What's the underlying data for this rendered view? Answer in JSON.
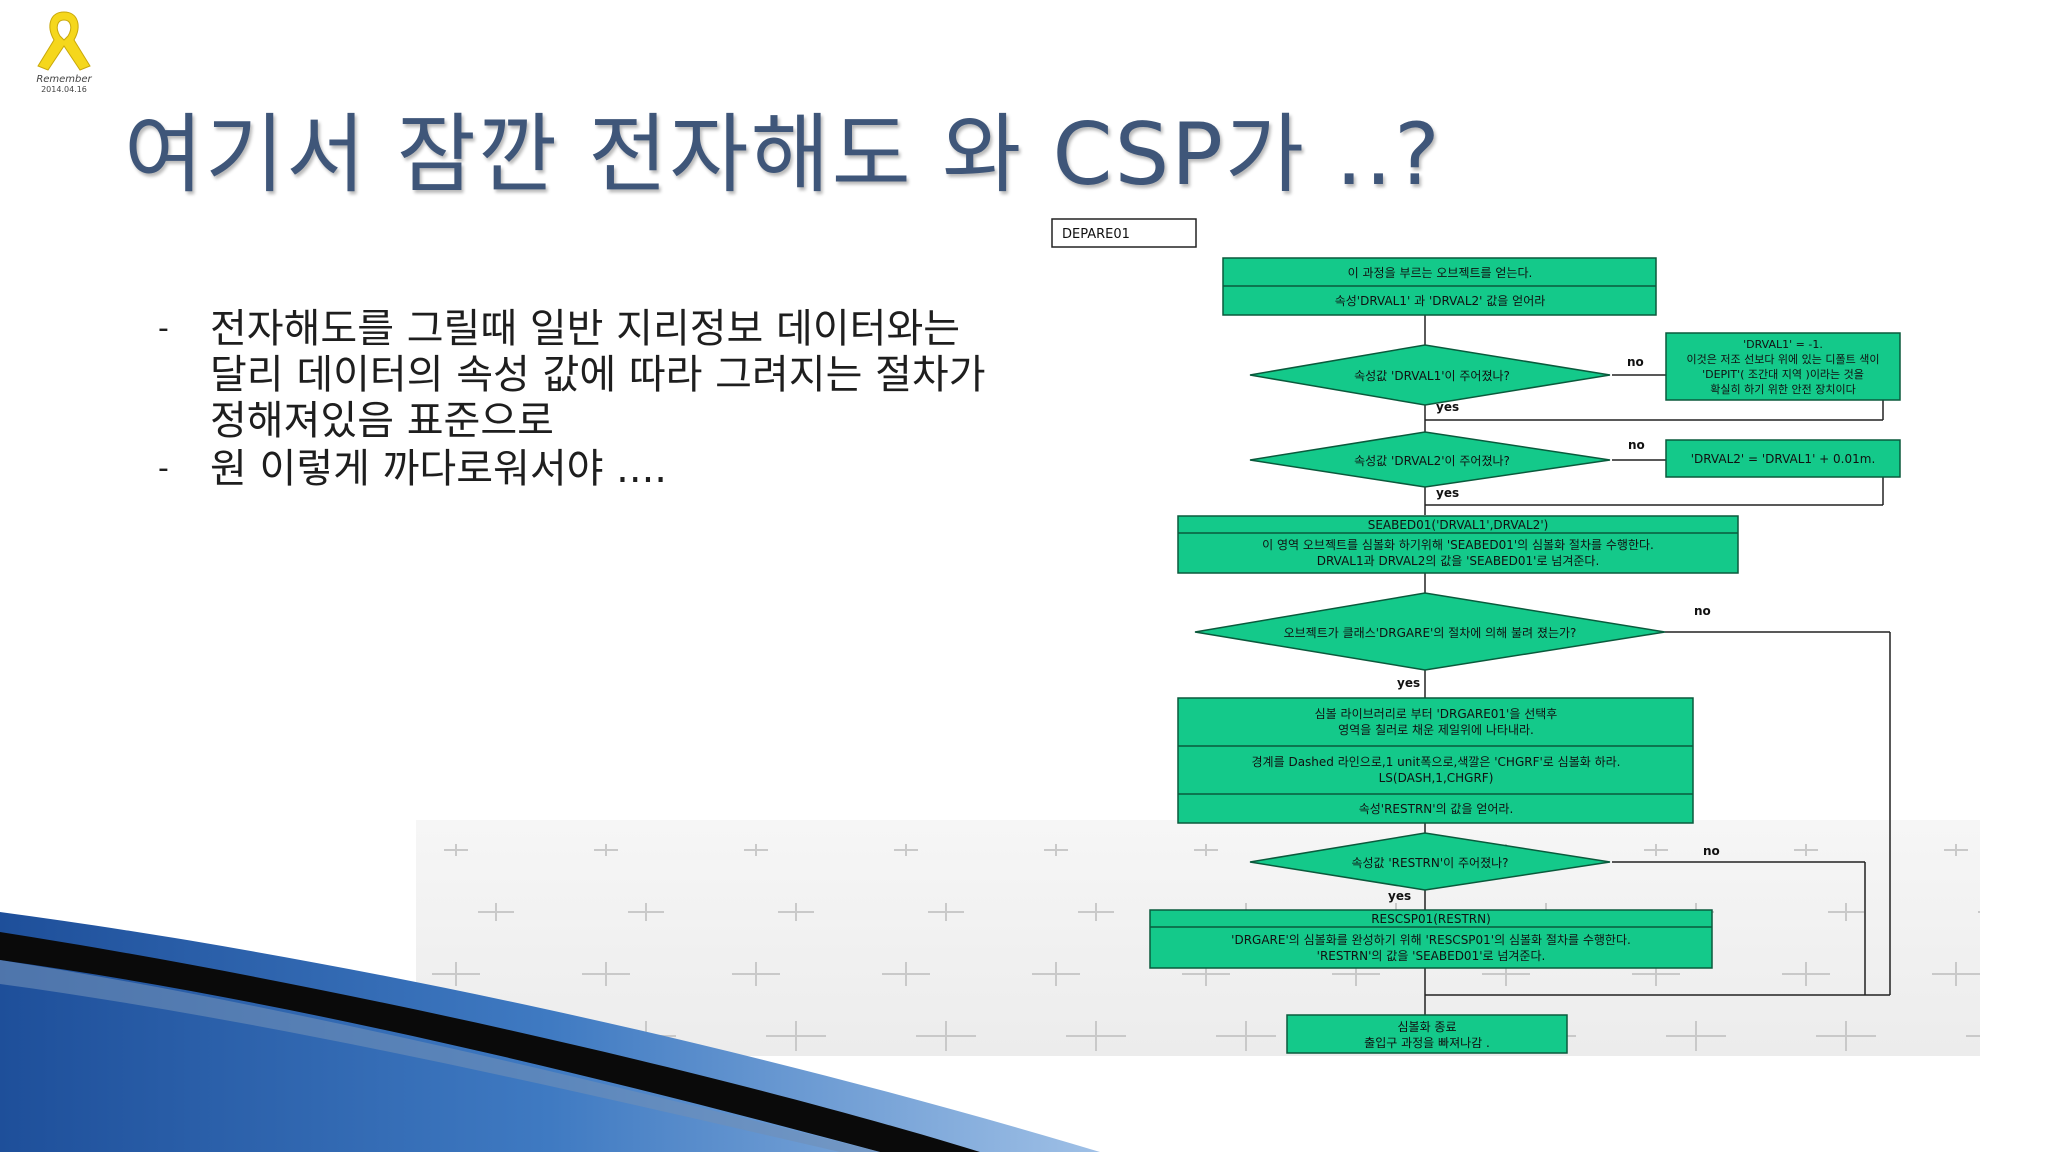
{
  "slide": {
    "title": "여기서 잠깐 전자해도 와 CSP가 ..?",
    "logo_text": [
      "Remember",
      "2014.04.16"
    ],
    "bullets": [
      {
        "lines": [
          "전자해도를 그릴때 일반 지리정보 데이터와는",
          "달리 데이터의 속성 값에 따라 그려지는 절차가",
          "정해져있음 표준으로"
        ]
      },
      {
        "lines": [
          "원 이렇게 까다로워서야 ...."
        ]
      }
    ]
  },
  "flowchart": {
    "start_label": "DEPARE01",
    "box1": [
      "이 과정을 부르는 오브젝트를 얻는다.",
      "속성'DRVAL1' 과 'DRVAL2' 값을 얻어라"
    ],
    "decision1": "속성값 'DRVAL1'이 주어졌나?",
    "side1": [
      "'DRVAL1' = -1.",
      "이것은 저조 선보다 위에 있는 디폴트 색이",
      "'DEPIT'( 조간대 지역 )이라는 것을",
      "확실히 하기 위한 안전 장치이다"
    ],
    "decision2": "속성값 'DRVAL2'이 주어졌나?",
    "side2": "'DRVAL2' = 'DRVAL1' + 0.01m.",
    "box2": [
      "SEABED01('DRVAL1',DRVAL2')",
      "이 영역 오브젝트를 심볼화 하기위해 'SEABED01'의 심볼화 절차를 수행한다.",
      "DRVAL1과 DRVAL2의 값을 'SEABED01'로 넘겨준다."
    ],
    "decision3": "오브젝트가 클래스'DRGARE'의 절차에 의해 불려 졌는가?",
    "box3": [
      "심볼 라이브러리로 부터 'DRGARE01'을 선택후",
      "영역을 칠러로 채운 제일위에 나타내라.",
      "경계를 Dashed 라인으로,1 unit폭으로,색깔은 'CHGRF'로 심볼화 하라.",
      "LS(DASH,1,CHGRF)",
      "속성'RESTRN'의 값을 얻어라."
    ],
    "decision4": "속성값 'RESTRN'이 주어졌나?",
    "box4": [
      "RESCSP01(RESTRN)",
      "'DRGARE'의 심볼화를 완성하기 위해 'RESCSP01'의 심볼화 절차를 수행한다.",
      "'RESTRN'의 값을 'SEABED01'로 넘겨준다."
    ],
    "end_box": [
      "심볼화 종료",
      "출입구 과정을 빠져나감 ."
    ],
    "yes_label": "yes",
    "no_label": "no"
  },
  "colors": {
    "node_fill": "#14c98a",
    "node_stroke": "#0a5a3c",
    "title": "#3f5679",
    "ribbon": "#f5d71c"
  }
}
